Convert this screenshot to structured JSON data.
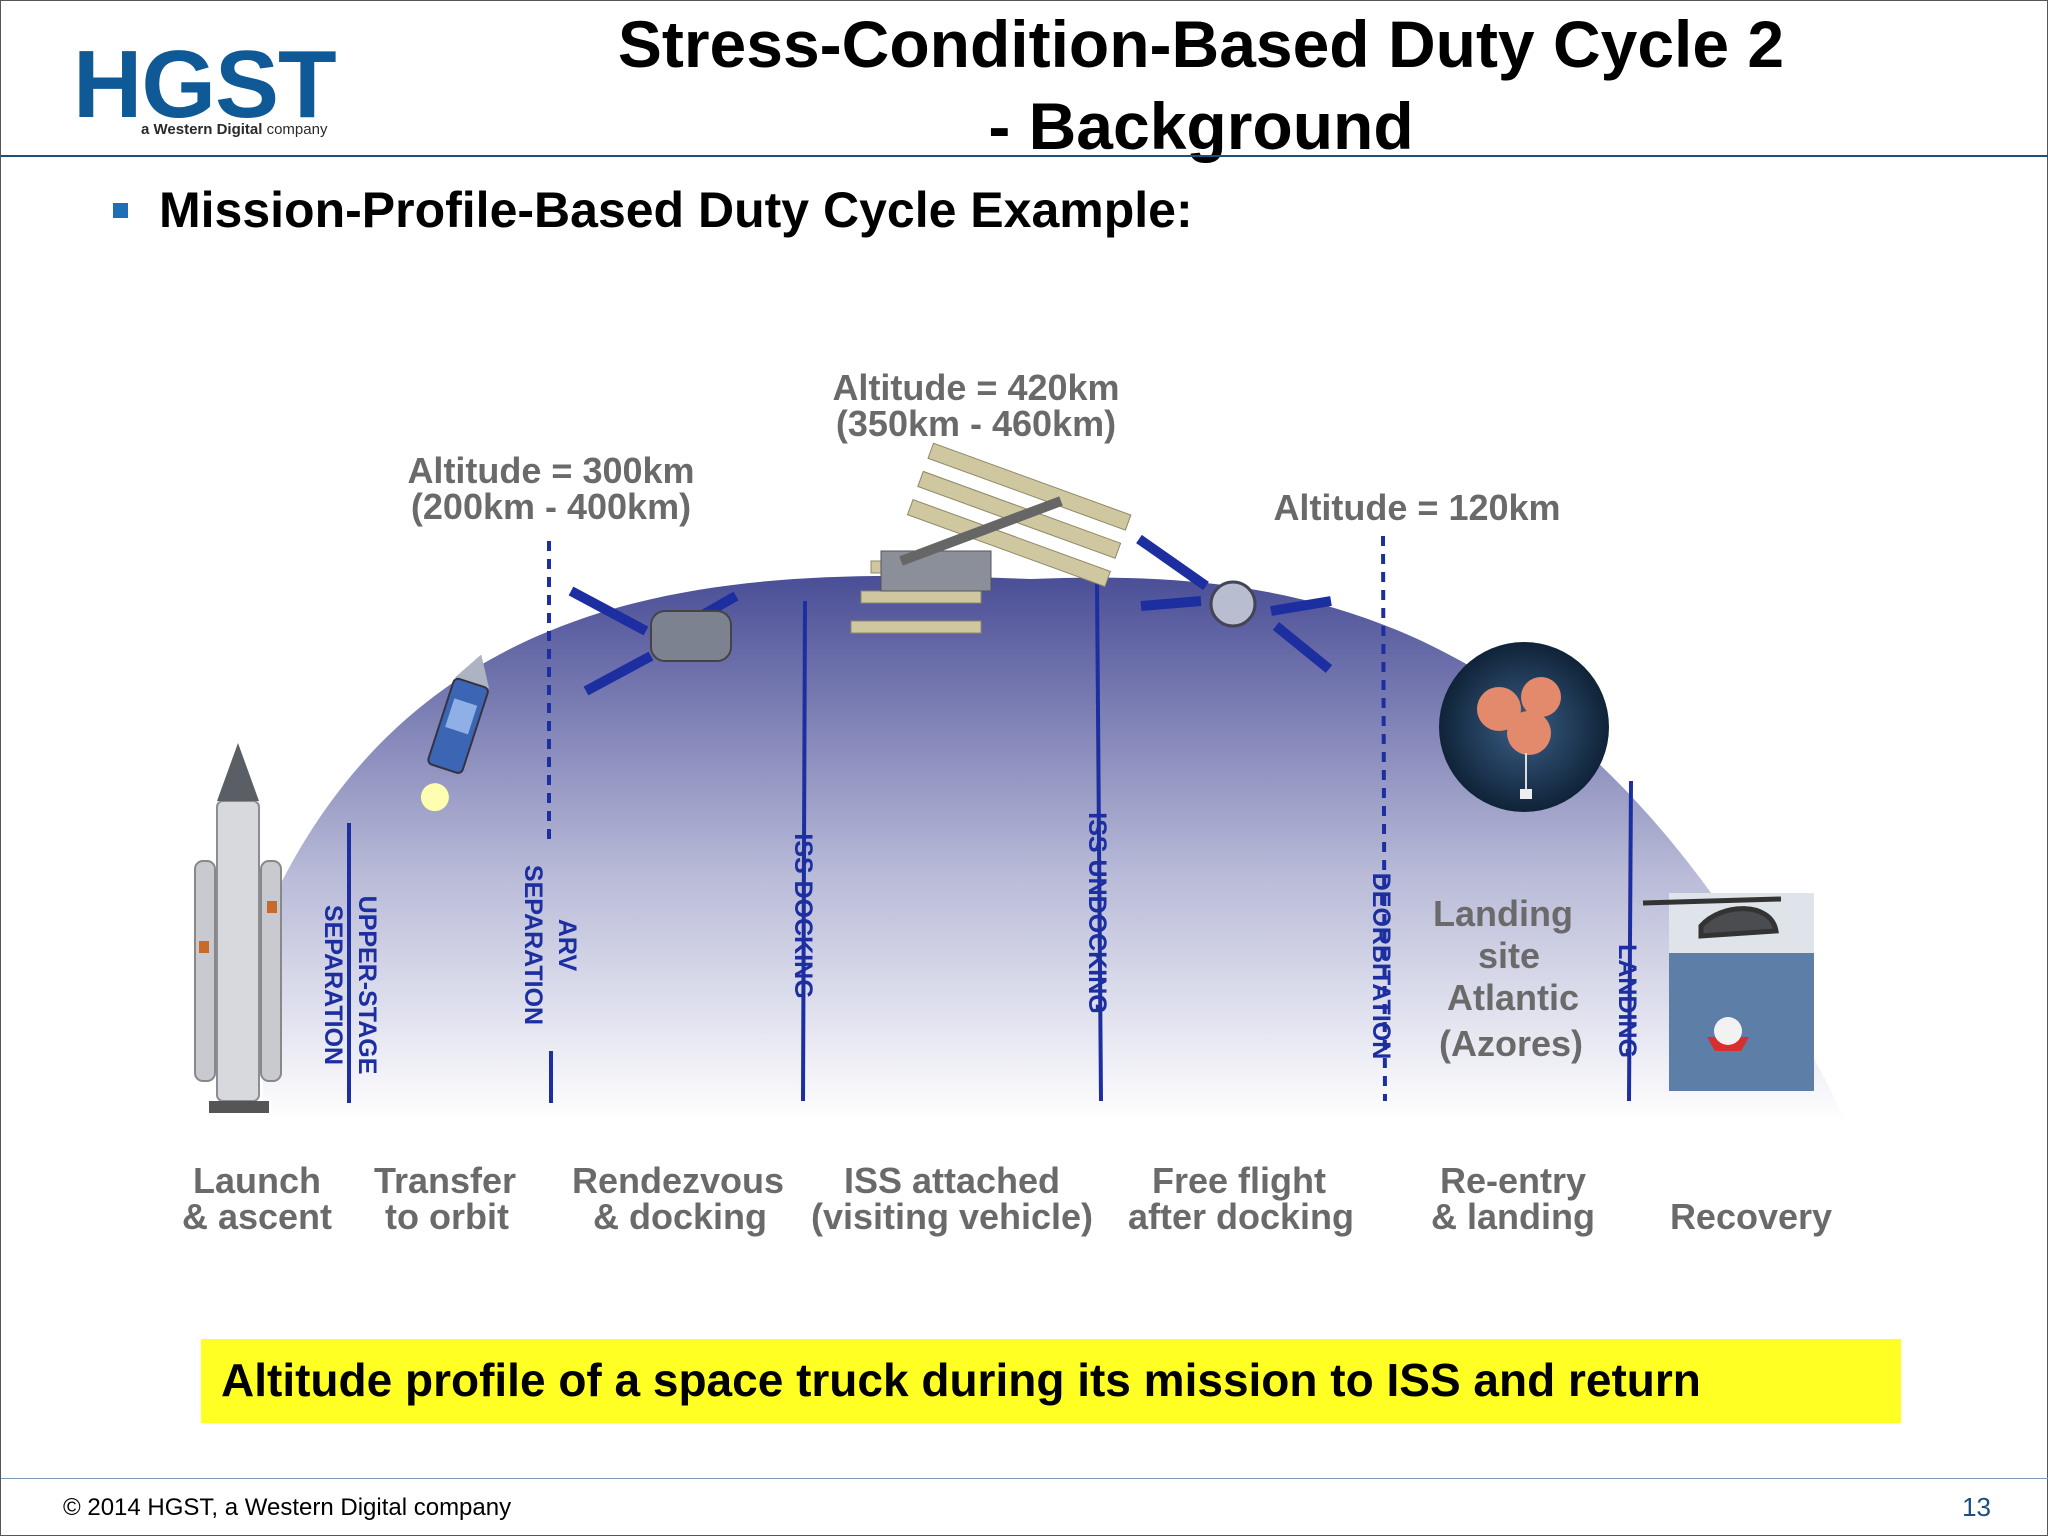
{
  "logo": {
    "main": "HGST",
    "sub_bold": "a Western Digital",
    "sub_rest": " company"
  },
  "title": {
    "line1": "Stress-Condition-Based Duty Cycle 2",
    "line2": "- Background"
  },
  "bullet": "Mission-Profile-Based Duty Cycle Example:",
  "diagram": {
    "altitudes": [
      {
        "line1": "Altitude = 300km",
        "line2": "(200km - 400km)"
      },
      {
        "line1": "Altitude = 420km",
        "line2": "(350km - 460km)"
      },
      {
        "line1": "Altitude = 120km"
      }
    ],
    "events": [
      "UPPER-STAGE",
      "SEPARATION",
      "ARV",
      "SEPARATION",
      "ISS DOCKING",
      "ISS UNDOCKING",
      "DEORBITATION",
      "LANDING"
    ],
    "landing_site": [
      "Landing",
      "site",
      "Atlantic",
      "(Azores)"
    ],
    "phases": [
      {
        "line1": "Launch",
        "line2": "& ascent"
      },
      {
        "line1": "Transfer",
        "line2": "to orbit"
      },
      {
        "line1": "Rendezvous",
        "line2": "& docking"
      },
      {
        "line1": "ISS attached",
        "line2": "(visiting vehicle)"
      },
      {
        "line1": "Free flight",
        "line2": "after docking"
      },
      {
        "line1": "Re-entry",
        "line2": "& landing"
      },
      {
        "line1": "Recovery"
      }
    ],
    "colors": {
      "arc": "#4a4e96",
      "marker": "#1c2ea0",
      "label": "#6a6a6a"
    }
  },
  "caption": "Altitude profile of a space truck during its mission to ISS and return",
  "footer": {
    "copyright": "© 2014 HGST, a Western Digital company",
    "page": "13"
  }
}
